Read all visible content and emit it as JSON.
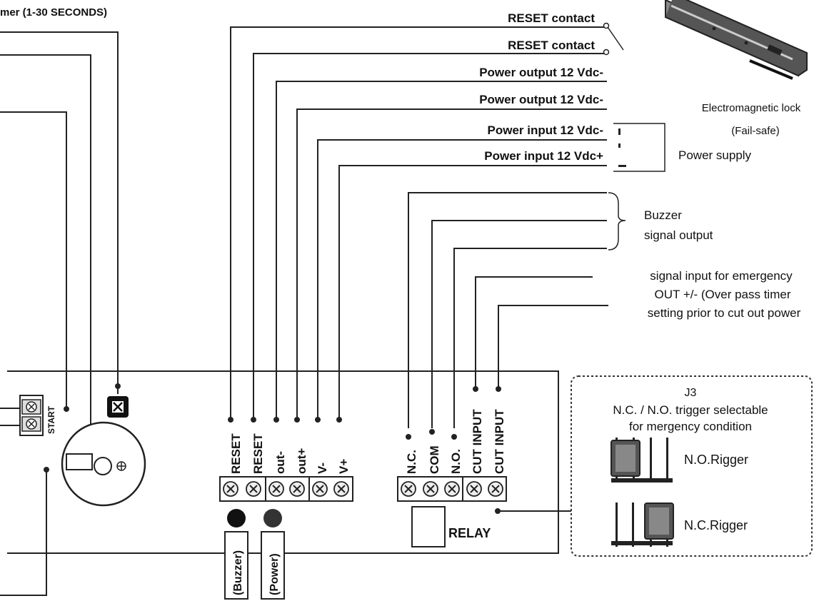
{
  "top_left_label": "mer (1-30 SECONDS)",
  "right_labels": {
    "reset_1": "RESET contact",
    "reset_2": "RESET contact",
    "power_out_1": "Power output 12 Vdc-",
    "power_out_2": "Power output 12 Vdc-",
    "power_in_neg": "Power input 12 Vdc-",
    "power_in_pos": "Power input 12 Vdc+"
  },
  "lock": {
    "line1": "Electromagnetic lock",
    "line2": "(Fail-safe)"
  },
  "power_supply_label": "Power supply",
  "buzzer": {
    "line1": "Buzzer",
    "line2": "signal output"
  },
  "emergency": {
    "line1": "signal input for emergency",
    "line2": "OUT +/- (Over pass timer",
    "line3": "setting prior to cut out power"
  },
  "start_label": "START",
  "terminals_left": [
    "RESET",
    "RESET",
    "out-",
    "out+",
    "V-",
    "V+"
  ],
  "terminals_right": [
    "N.C.",
    "COM",
    "N.O.",
    "CUT INPUT",
    "CUT INPUT"
  ],
  "relay_label": "RELAY",
  "led_buzzer_label": "(Buzzer)",
  "led_power_label": "(Power)",
  "j3": {
    "title": "J3",
    "line1": "N.C. / N.O. trigger selectable",
    "line2": "for mergency condition",
    "no_label": "N.O.Rigger",
    "nc_label": "N.C.Rigger"
  }
}
